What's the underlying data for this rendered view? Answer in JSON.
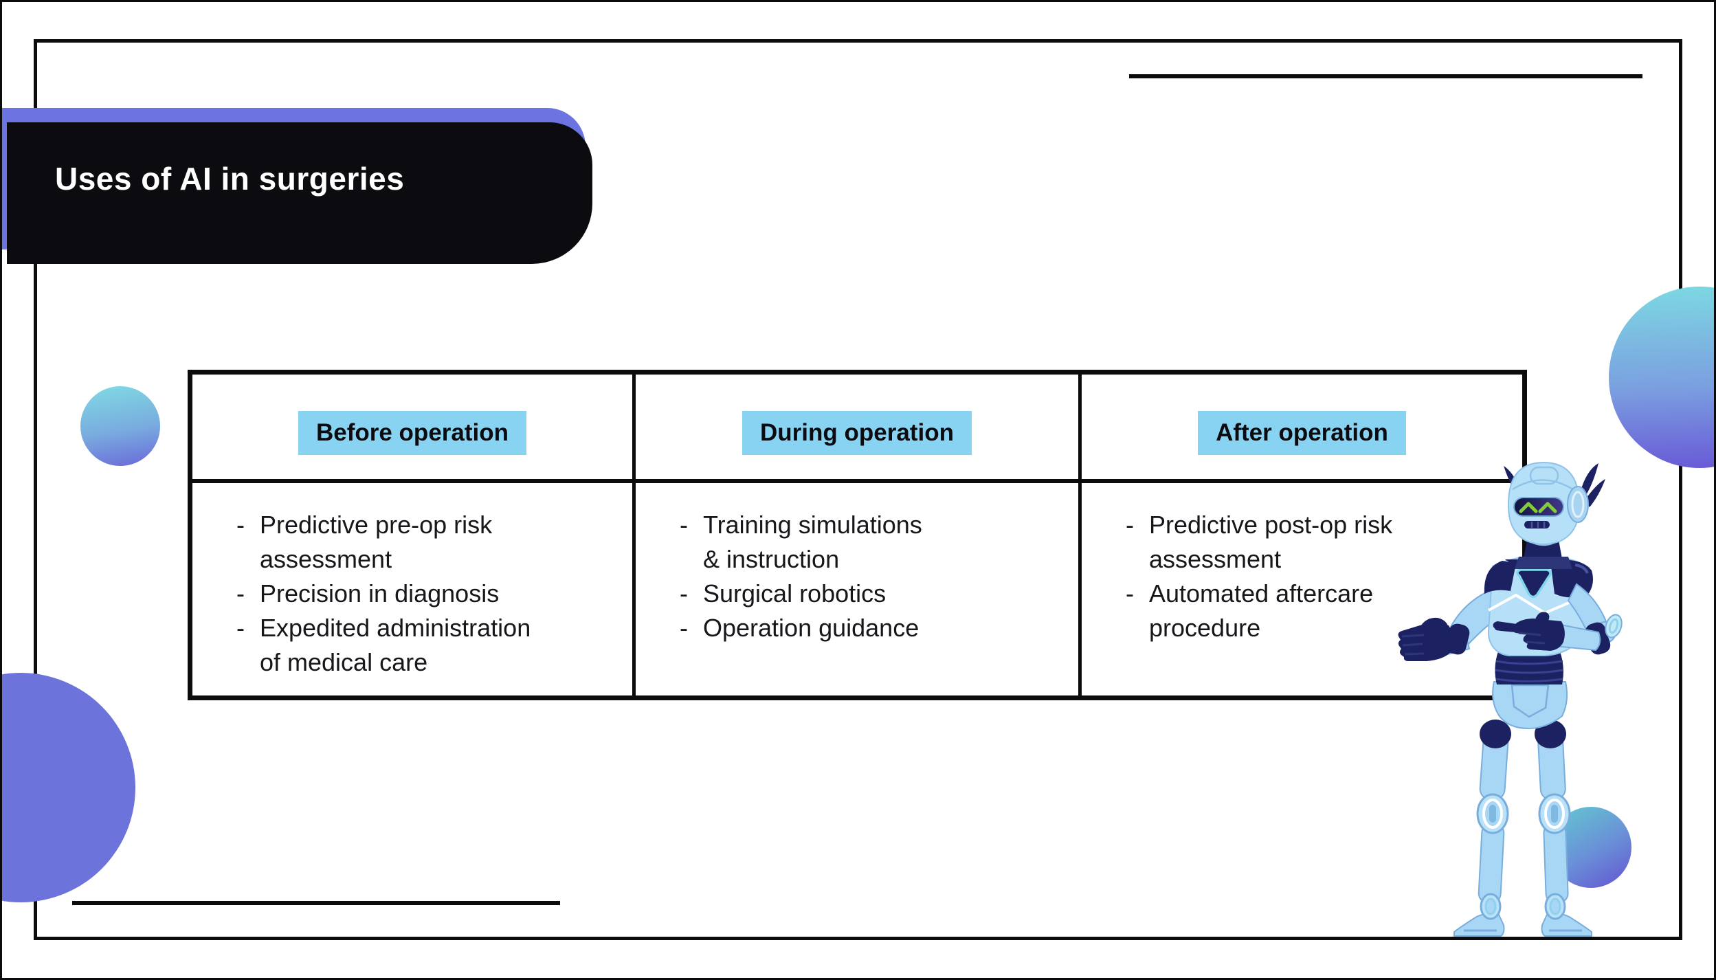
{
  "slide": {
    "title": "Uses of AI in surgeries",
    "bullet_char": "-",
    "table": {
      "columns": [
        {
          "header": "Before operation",
          "items": [
            {
              "lines": [
                "Predictive pre-op risk",
                "assessment"
              ]
            },
            {
              "lines": [
                "Precision in diagnosis"
              ]
            },
            {
              "lines": [
                "Expedited administration",
                "of medical care"
              ]
            }
          ]
        },
        {
          "header": "During operation",
          "items": [
            {
              "lines": [
                "Training simulations",
                "& instruction"
              ]
            },
            {
              "lines": [
                "Surgical robotics"
              ]
            },
            {
              "lines": [
                "Operation guidance"
              ]
            }
          ]
        },
        {
          "header": "After operation",
          "items": [
            {
              "lines": [
                "Predictive post-op risk",
                "assessment"
              ]
            },
            {
              "lines": [
                "Automated aftercare",
                "procedure"
              ]
            }
          ]
        }
      ]
    },
    "colors": {
      "banner_purple": "#6b74e0",
      "header_blue": "#87d3f1",
      "circle_cyan": "#7cd9e2",
      "circle_purple": "#6858d6",
      "solid_circle_purple": "#6c74dc",
      "line_black": "#0c0c0f",
      "robot_body_light": "#b6e0f8",
      "robot_navy": "#1c2261",
      "robot_eye_green": "#84cb3a"
    },
    "illustration": {
      "name": "robot-mascot"
    }
  }
}
